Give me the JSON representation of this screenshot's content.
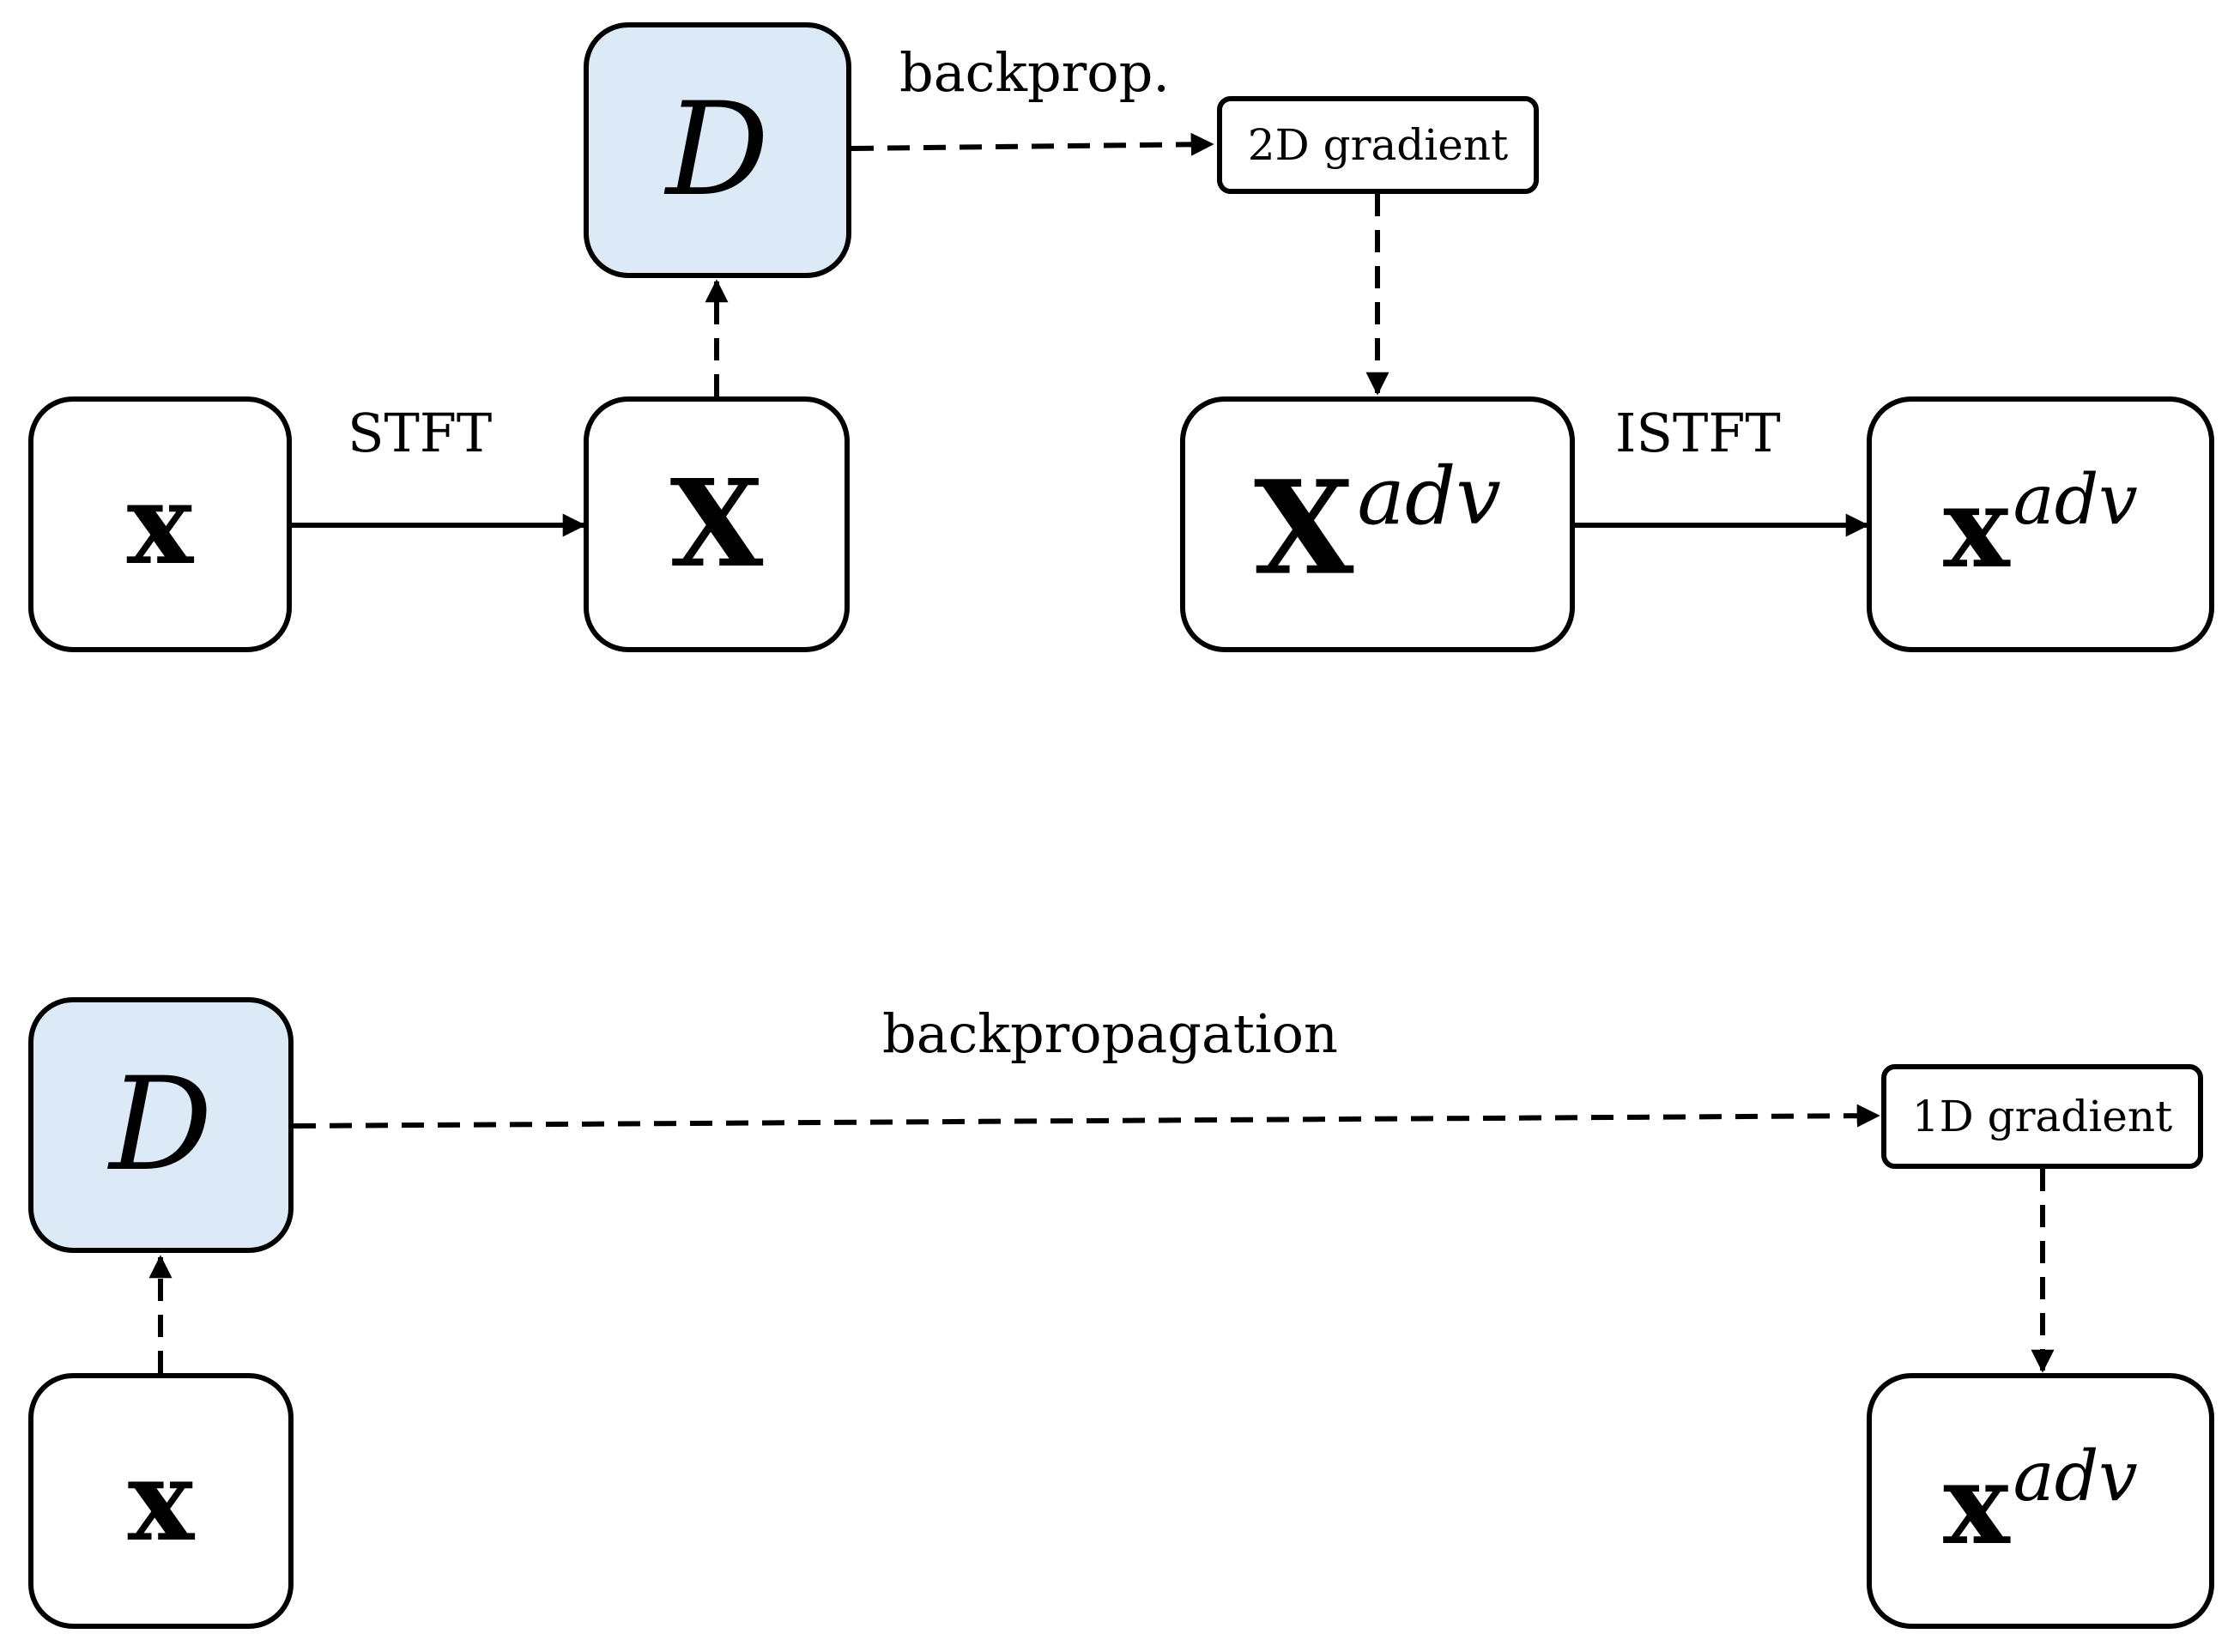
{
  "top": {
    "input_symbol": "x",
    "spectrogram_symbol": "X",
    "detector_symbol": "D",
    "stft_label": "STFT",
    "backprop_label": "backprop.",
    "gradient_label": "2D gradient",
    "adv_spec_base": "X",
    "adv_spec_sup": "adv",
    "istft_label": "ISTFT",
    "adv_signal_base": "x",
    "adv_signal_sup": "adv"
  },
  "bottom": {
    "detector_symbol": "D",
    "backprop_label": "backpropagation",
    "gradient_label": "1D gradient",
    "input_symbol": "x",
    "adv_signal_base": "x",
    "adv_signal_sup": "adv"
  },
  "colors": {
    "detector_fill": "#dce9f6",
    "stroke": "#000000"
  }
}
